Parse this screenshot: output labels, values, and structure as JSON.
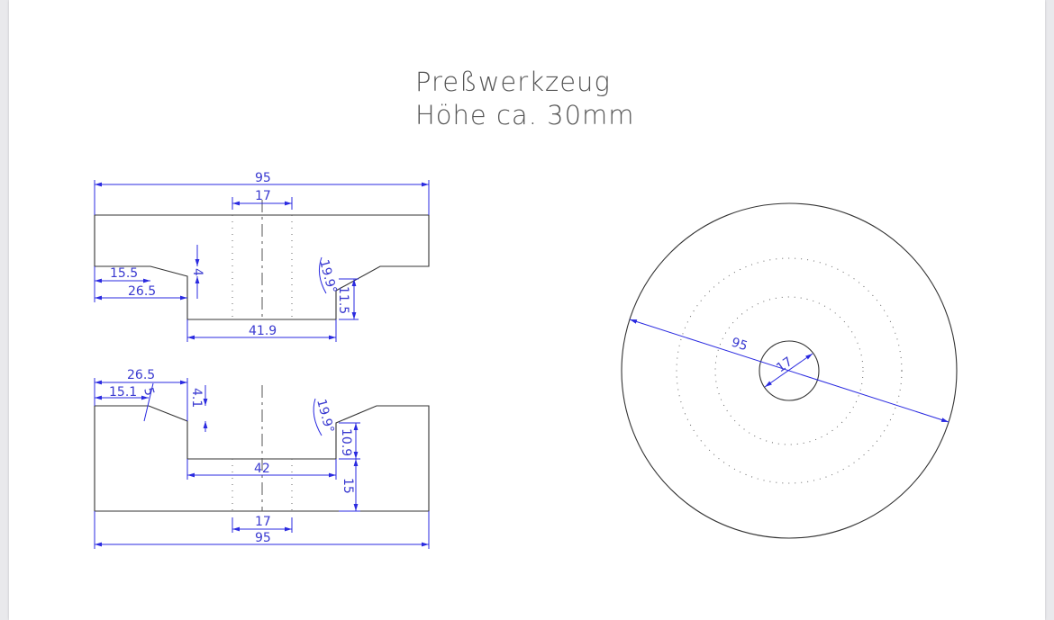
{
  "title": {
    "line1": "Preßwerkzeug",
    "line2": "Höhe ca. 30mm"
  },
  "top_view": {
    "overall_width": "95",
    "center_hole": "17",
    "left_step": "15.5",
    "left_outer": "26.5",
    "step_height": "4",
    "angle": "19.9°",
    "right_height": "11.5",
    "bottom_width": "41.9"
  },
  "bottom_view": {
    "left_outer": "26.5",
    "left_step": "15.1",
    "chamfer": "5",
    "step_height": "4.1",
    "angle": "19.9°",
    "upper_height": "10.9",
    "lower_height": "15",
    "inner_width": "42",
    "center_hole": "17",
    "overall_width": "95"
  },
  "circle_view": {
    "diameter": "95",
    "hole_diameter": "17"
  },
  "colors": {
    "dimension": "#2a2ae0",
    "outline": "#333333",
    "background": "#ffffff"
  }
}
